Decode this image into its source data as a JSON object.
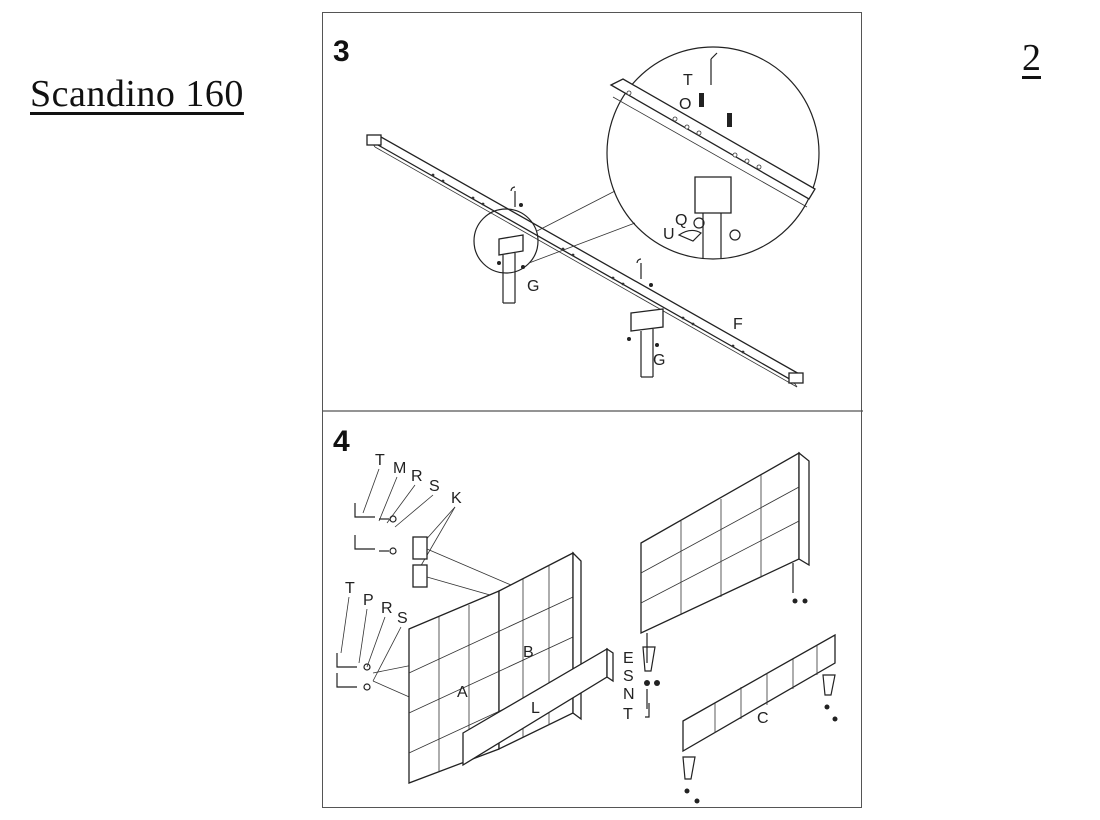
{
  "document": {
    "title": "Scandino 160",
    "page_number": "2"
  },
  "steps": [
    {
      "number": "3",
      "labels": {
        "t": "T",
        "o": "O",
        "q": "Q",
        "u": "U",
        "g1": "G",
        "g2": "G",
        "f": "F"
      }
    },
    {
      "number": "4",
      "labels": {
        "t1": "T",
        "m": "M",
        "r1": "R",
        "s1": "S",
        "k": "K",
        "t2": "T",
        "p": "P",
        "r2": "R",
        "s2": "S",
        "a": "A",
        "b": "B",
        "l": "L",
        "c": "C",
        "e": "E",
        "s3": "S",
        "n": "N",
        "t3": "T"
      }
    }
  ]
}
